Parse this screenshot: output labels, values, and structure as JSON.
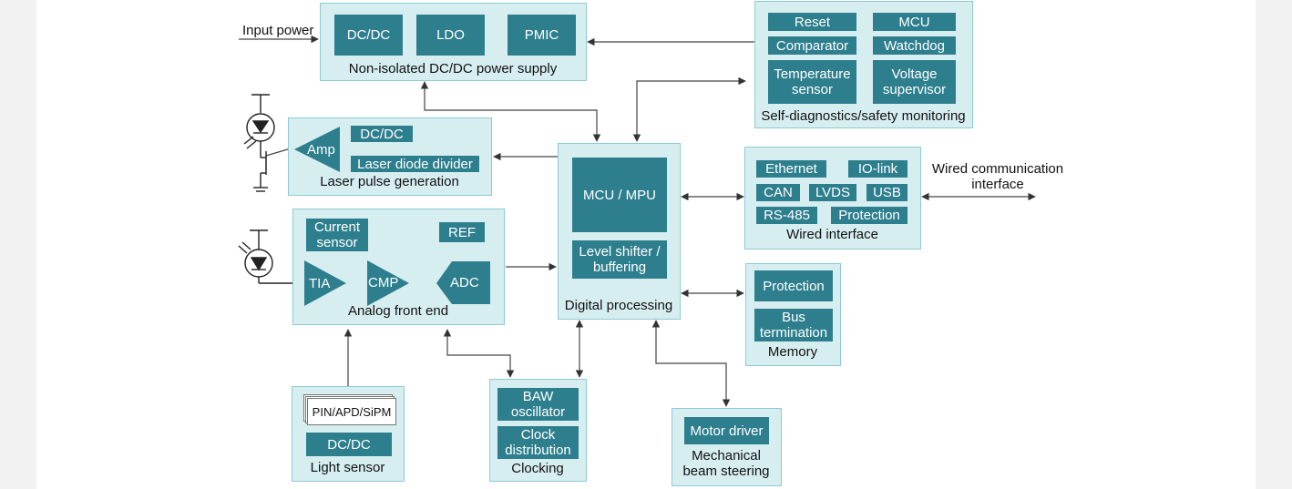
{
  "colors": {
    "group_fill": "#d7eef1",
    "group_border": "#8dcbd3",
    "block": "#2e7f8e",
    "line": "#444444"
  },
  "external": {
    "input_power": "Input power",
    "wired_comm": [
      "Wired communication",
      "interface"
    ]
  },
  "power": {
    "caption": "Non-isolated DC/DC power supply",
    "dcdc": "DC/DC",
    "ldo": "LDO",
    "pmic": "PMIC"
  },
  "diag": {
    "caption": "Self-diagnostics/safety monitoring",
    "reset": "Reset",
    "mcu": "MCU",
    "comparator": "Comparator",
    "watchdog": "Watchdog",
    "temp": [
      "Temperature",
      "sensor"
    ],
    "voltage": [
      "Voltage",
      "supervisor"
    ]
  },
  "laser": {
    "caption": "Laser pulse generation",
    "amp": "Amp",
    "dcdc": "DC/DC",
    "divider": "Laser diode divider"
  },
  "digital": {
    "caption": "Digital processing",
    "mcu": "MCU / MPU",
    "level": [
      "Level shifter /",
      "buffering"
    ]
  },
  "wired": {
    "caption": "Wired interface",
    "ethernet": "Ethernet",
    "iolink": "IO-link",
    "can": "CAN",
    "lvds": "LVDS",
    "usb": "USB",
    "rs485": "RS-485",
    "protection": "Protection"
  },
  "afe": {
    "caption": "Analog front end",
    "current": [
      "Current",
      "sensor"
    ],
    "ref": "REF",
    "tia": "TIA",
    "cmp": "CMP",
    "adc": "ADC"
  },
  "memory": {
    "caption": "Memory",
    "protection": "Protection",
    "bus": [
      "Bus",
      "termination"
    ]
  },
  "light": {
    "caption": "Light sensor",
    "sensor": "PIN/APD/SiPM",
    "dcdc": "DC/DC"
  },
  "clocking": {
    "caption": "Clocking",
    "baw": [
      "BAW",
      "oscillator"
    ],
    "clock": [
      "Clock",
      "distribution"
    ]
  },
  "motor": {
    "caption": [
      "Mechanical",
      "beam steering"
    ],
    "driver": "Motor driver"
  }
}
